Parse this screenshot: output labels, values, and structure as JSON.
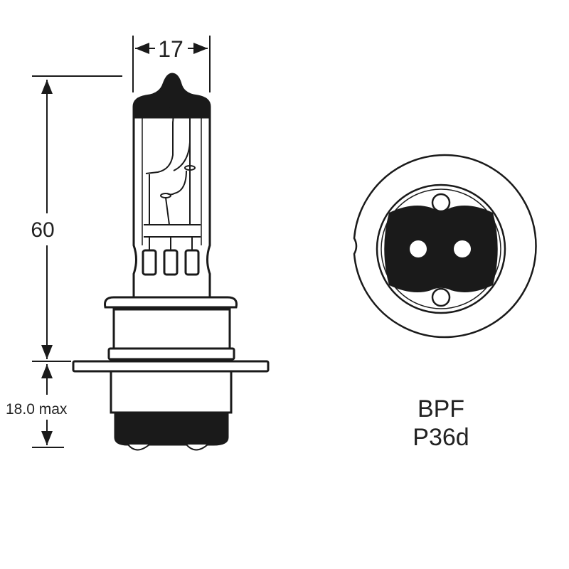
{
  "dimensions": {
    "width_label": "17",
    "height_label": "60",
    "base_label": "18.0 max"
  },
  "base_type": {
    "line1": "BPF",
    "line2": "P36d"
  },
  "colors": {
    "ink": "#1a1a1a",
    "background": "#ffffff"
  }
}
